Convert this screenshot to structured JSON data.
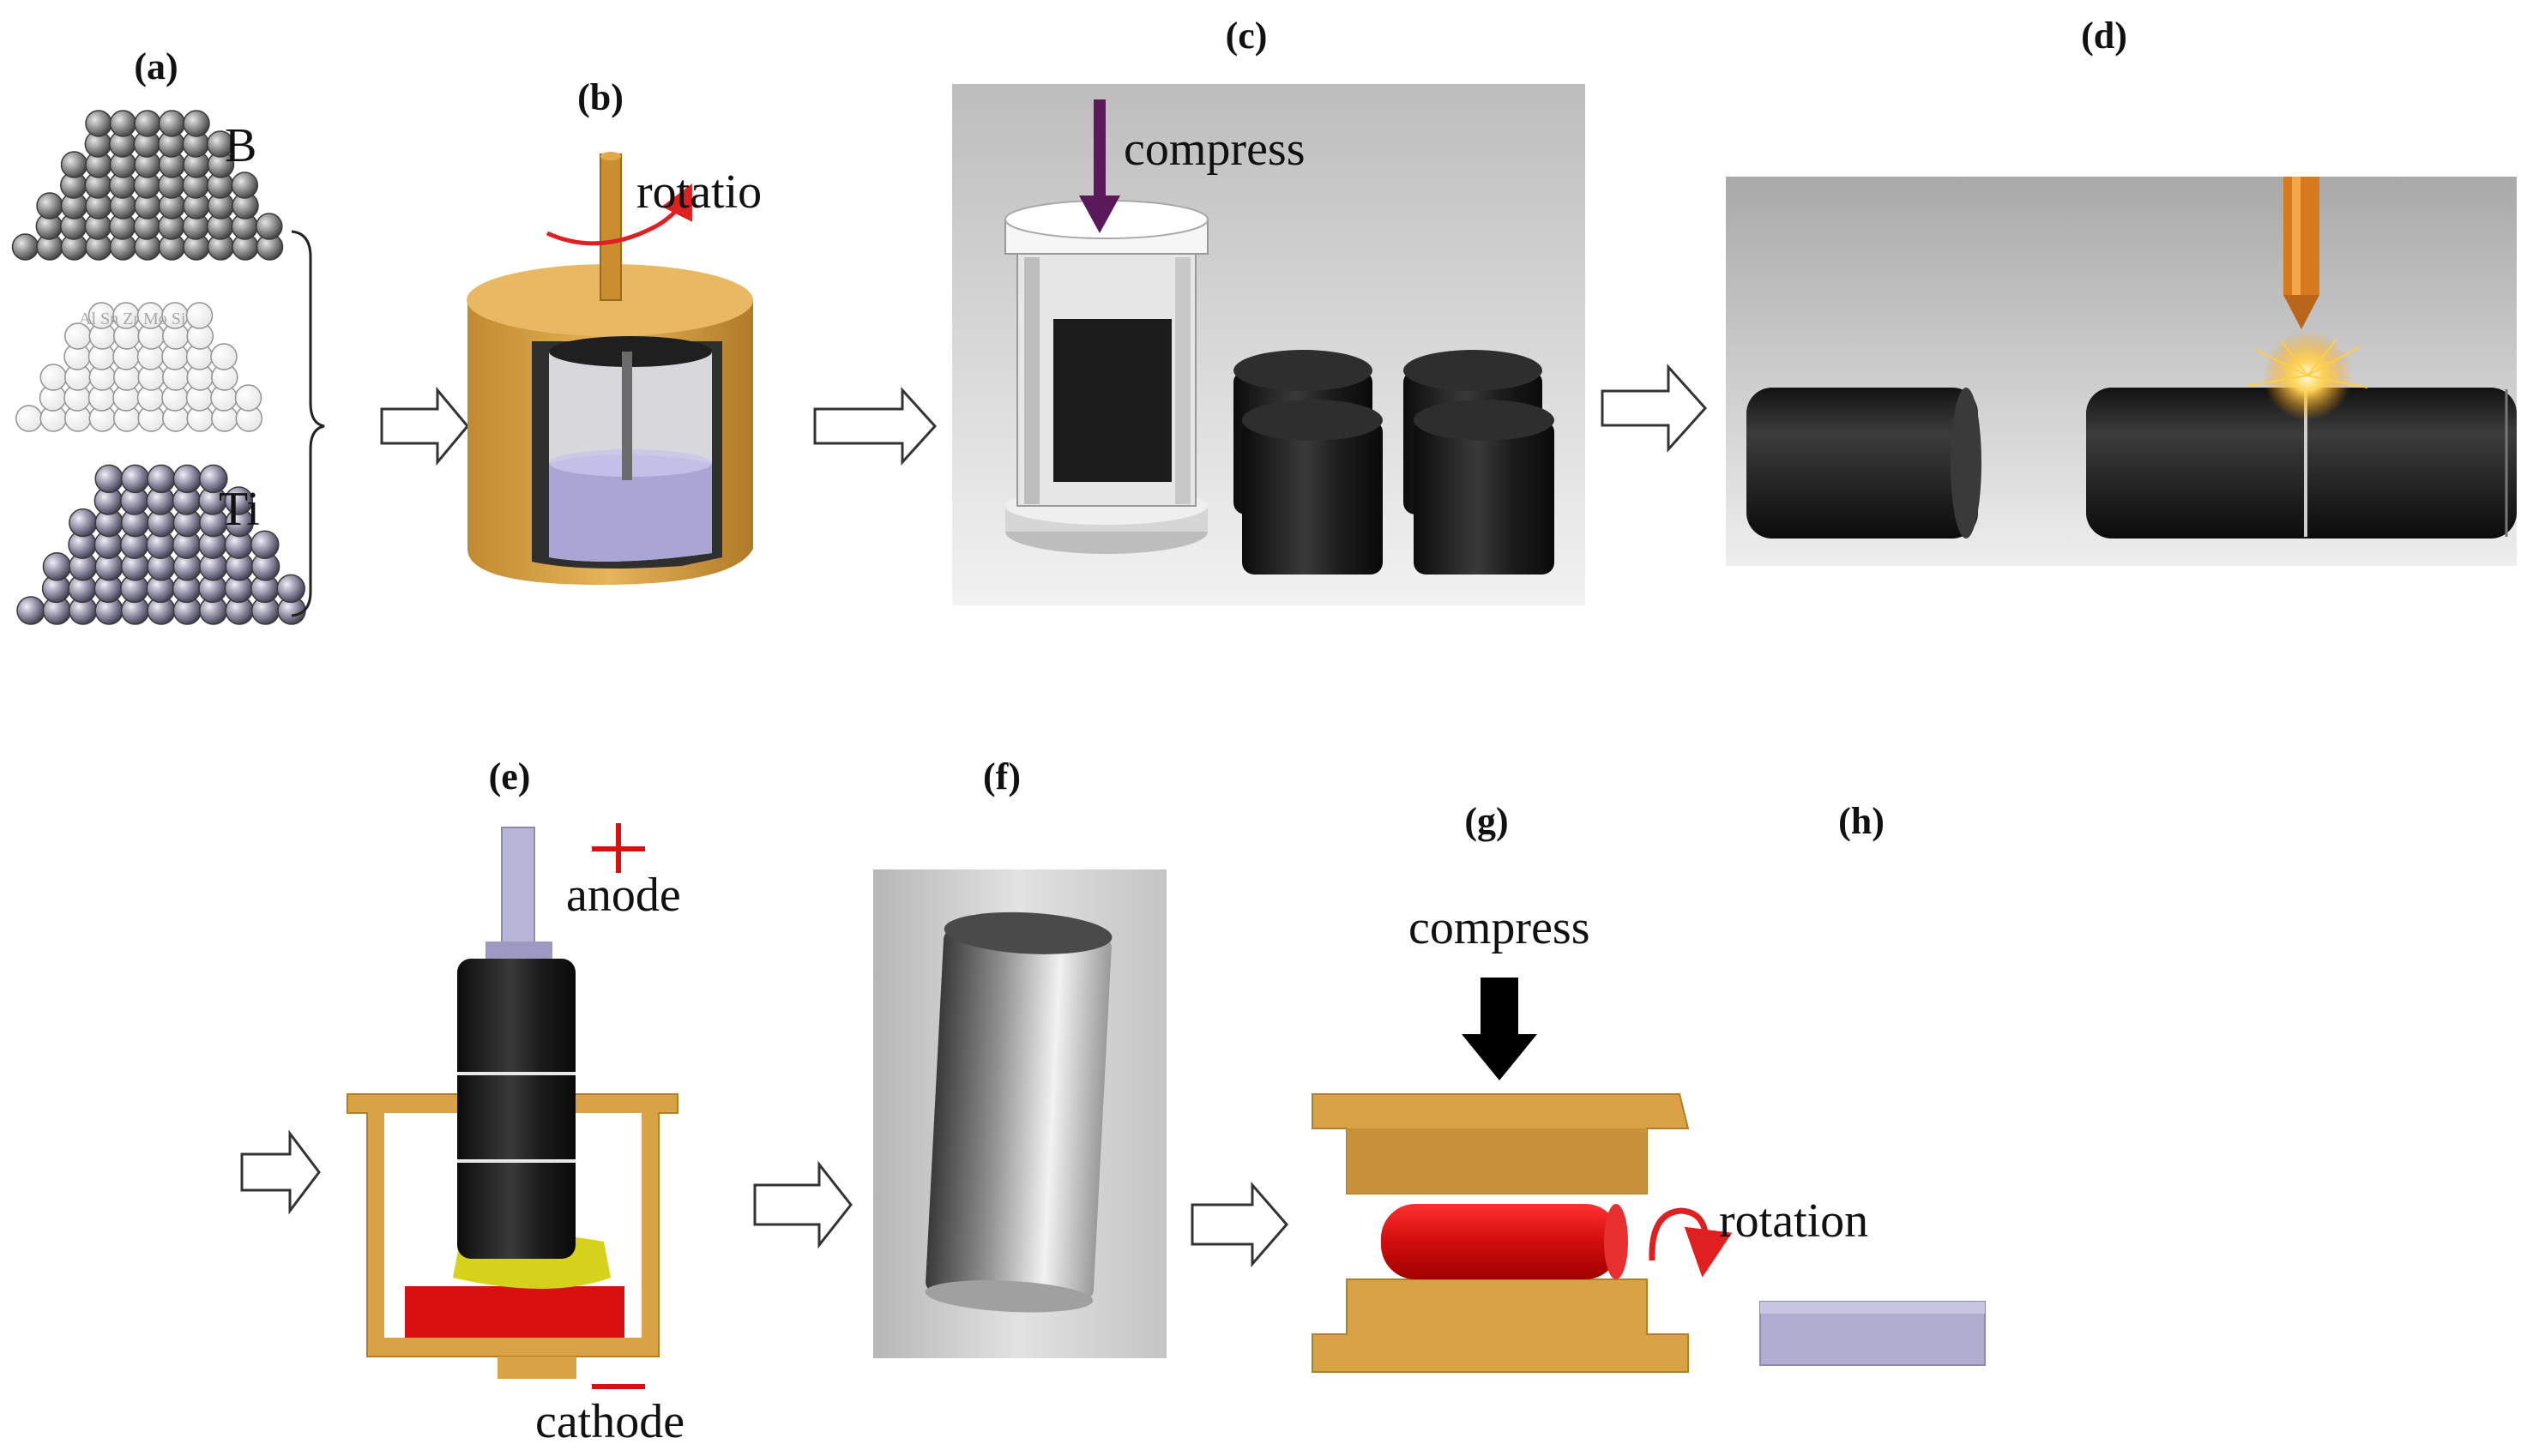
{
  "panels": {
    "a": {
      "label": "(a)",
      "powder_top": "B",
      "powder_mid": "Al  Sn  Zr  Mo  Si",
      "powder_bottom": "Ti"
    },
    "b": {
      "label": "(b)",
      "caption": "rotatio"
    },
    "c": {
      "label": "(c)",
      "caption": "compress"
    },
    "d": {
      "label": "(d)"
    },
    "e": {
      "label": "(e)",
      "anode_label": "anode",
      "cathode_label": "cathode"
    },
    "f": {
      "label": "(f)"
    },
    "g": {
      "label": "(g)",
      "compress_label": "compress",
      "rotation_label": "rotation"
    },
    "h": {
      "label": "(h)"
    }
  },
  "colors": {
    "mold_gold": "#d9a244",
    "graphite": "#1e1e1e",
    "melt_red": "#d81010",
    "slag_yellow": "#d6d21c",
    "electrode_lilac": "#b8b6d6",
    "arrow_purple": "#5a1a5a",
    "rotation_red": "#e02020",
    "torch_orange": "#d77a1e",
    "product_lilac": "#aeadd0"
  }
}
